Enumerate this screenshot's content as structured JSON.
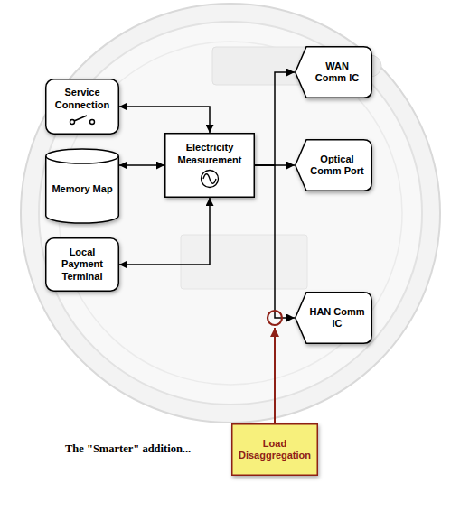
{
  "diagram": {
    "nodes": [
      {
        "text": [
          "Service Connection"
        ]
      },
      {
        "text": [
          "Memory Map"
        ]
      },
      {
        "text": [
          "Electricity Measurement"
        ]
      },
      {
        "text": [
          "Local Payment Terminal"
        ]
      },
      {
        "text": [
          "WAN Comm IC"
        ]
      },
      {
        "text": [
          "Optical Comm Port"
        ]
      },
      {
        "text": [
          "HAN Comm IC"
        ]
      },
      {
        "text": [
          "Load Disaggregation"
        ]
      }
    ],
    "edges": [
      {
        "from": 0,
        "to": 2,
        "arrow": "both"
      },
      {
        "from": 1,
        "to": 2,
        "arrow": "both"
      },
      {
        "from": 3,
        "to": 2,
        "arrow": "both"
      },
      {
        "from": 2,
        "to": 4,
        "arrow": "to"
      },
      {
        "from": 2,
        "to": 5,
        "arrow": "to"
      },
      {
        "from": 2,
        "to": 6,
        "arrow": "to"
      }
    ],
    "labels": [
      "The \"Smarter\" addition..."
    ]
  }
}
